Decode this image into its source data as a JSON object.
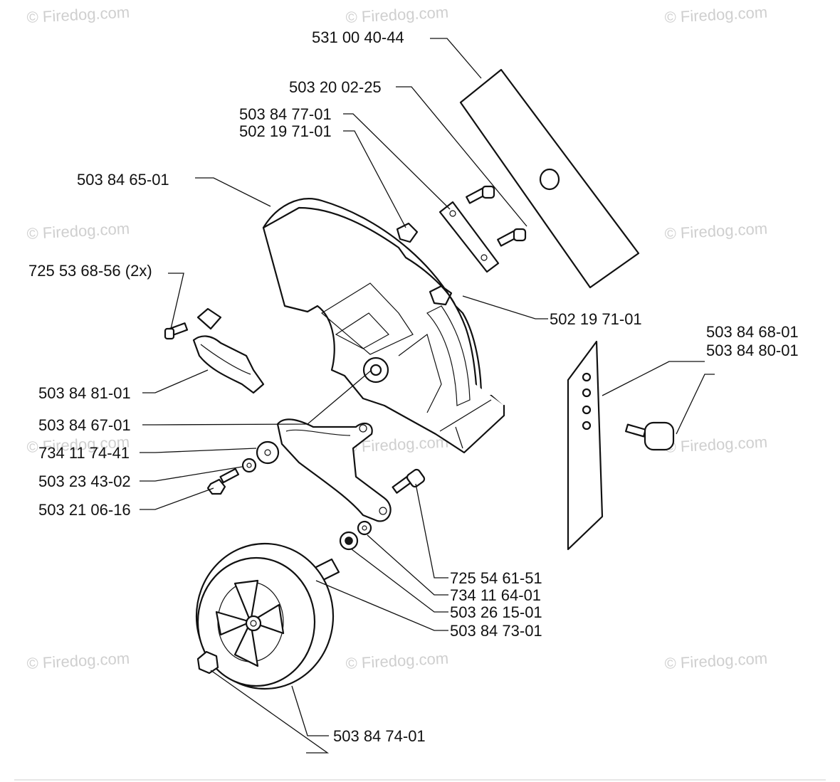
{
  "watermark": "© Firedog.com",
  "parts": {
    "p531_00_40_44": "531 00 40-44",
    "p503_20_02_25": "503 20 02-25",
    "p503_84_77_01": "503 84 77-01",
    "p502_19_71_01_a": "502 19 71-01",
    "p503_84_65_01": "503 84 65-01",
    "p725_53_68_56": "725 53 68-56 (2x)",
    "p502_19_71_01_b": "502 19 71-01",
    "p503_84_68_01": "503 84 68-01",
    "p503_84_80_01": "503 84 80-01",
    "p503_84_81_01": "503 84 81-01",
    "p503_84_67_01": "503 84 67-01",
    "p734_11_74_41": "734 11 74-41",
    "p503_23_43_02": "503 23 43-02",
    "p503_21_06_16": "503 21 06-16",
    "p725_54_61_51": "725 54 61-51",
    "p734_11_64_01": "734 11 64-01",
    "p503_26_15_01": "503 26 15-01",
    "p503_84_73_01": "503 84 73-01",
    "p503_84_74_01": "503 84 74-01"
  }
}
